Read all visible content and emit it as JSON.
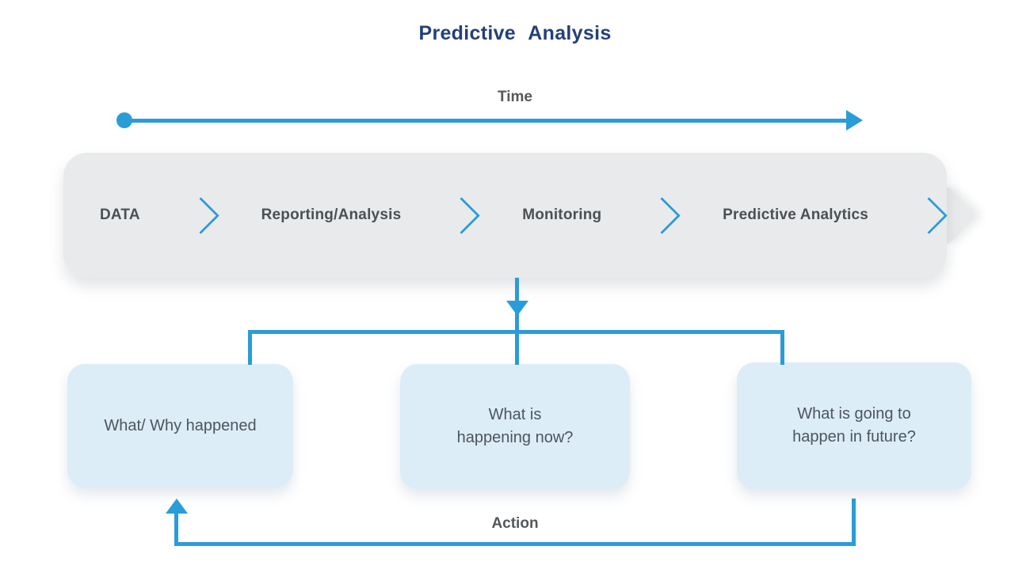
{
  "title": "Predictive Analysis",
  "timeline": {
    "label": "Time"
  },
  "pipeline": {
    "stages": [
      "DATA",
      "Reporting/Analysis",
      "Monitoring",
      "Predictive Analytics"
    ]
  },
  "questions": {
    "past": "What/ Why happened",
    "present": "What is\nhappening now?",
    "future": "What is going to\nhappen in future?"
  },
  "action": {
    "label": "Action"
  },
  "icons": {
    "chevron_right": "chevron-right",
    "arrow_right": "arrow-right",
    "arrow_down": "arrow-down",
    "arrow_up": "arrow-up",
    "dot": "circle-dot"
  },
  "colors": {
    "accent_blue": "#2A9CD8",
    "title_navy": "#24407A",
    "pipeline_bg": "#E9EAEB",
    "question_bg": "#DCEDF8",
    "stage_text": "#4B5055",
    "question_text": "#4E555C",
    "label_text": "#55585B"
  }
}
